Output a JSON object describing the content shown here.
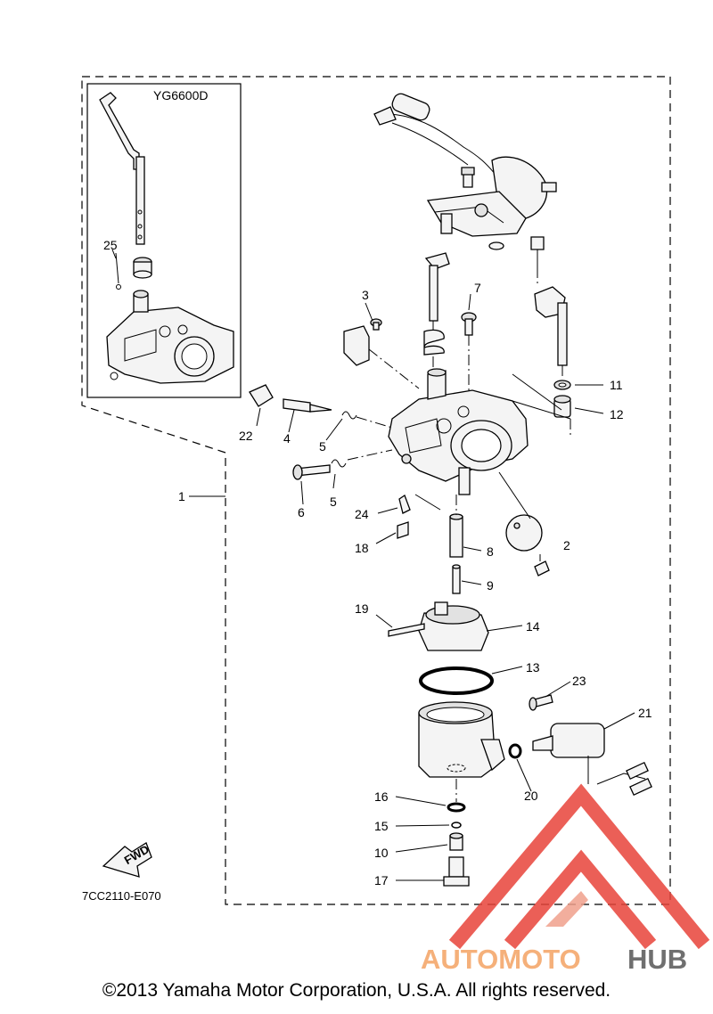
{
  "inset": {
    "model": "YG6600D"
  },
  "drawing_code": "7CC2110-E070",
  "fwd_label": "FWD",
  "watermark": {
    "text_a": "AUTOMOTO",
    "text_b": "HUB",
    "color_a": "#f5b07a",
    "color_b": "#6f6f6f",
    "logo_color": "#e8443a"
  },
  "copyright": "©2013 Yamaha Motor Corporation, U.S.A. All rights reserved.",
  "callouts": {
    "c1": "1",
    "c2": "2",
    "c3": "3",
    "c4": "4",
    "c5a": "5",
    "c5b": "5",
    "c6": "6",
    "c7": "7",
    "c8": "8",
    "c9": "9",
    "c10": "10",
    "c11": "11",
    "c12": "12",
    "c13": "13",
    "c14": "14",
    "c15": "15",
    "c16": "16",
    "c17": "17",
    "c18": "18",
    "c19": "19",
    "c20": "20",
    "c21": "21",
    "c22": "22",
    "c23": "23",
    "c24": "24",
    "c25": "25"
  }
}
